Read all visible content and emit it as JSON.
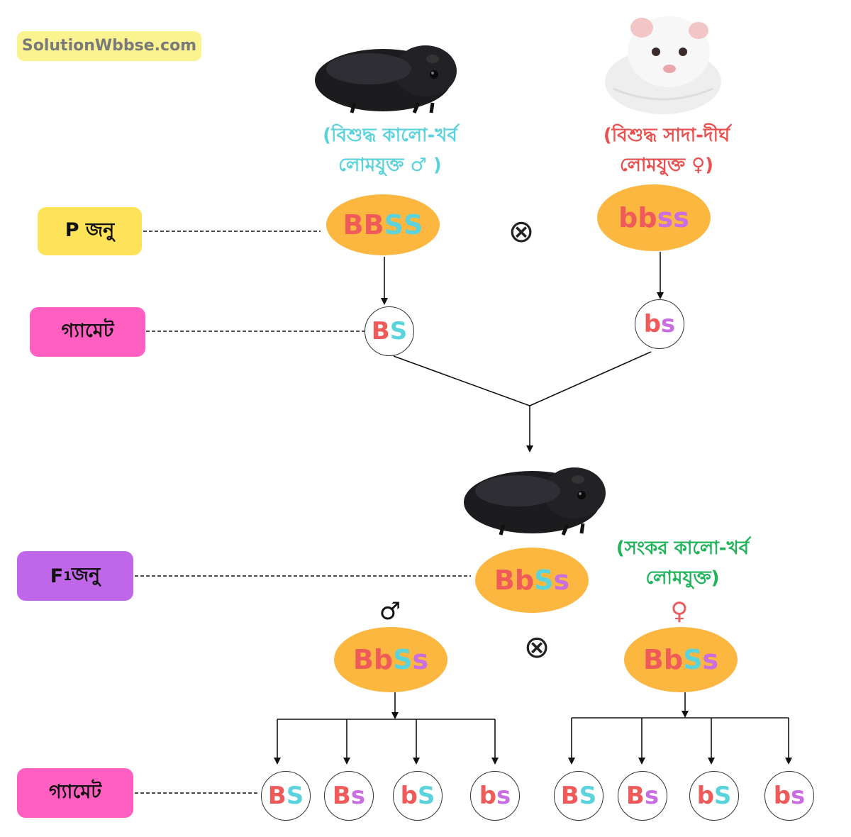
{
  "watermark": "SolutionWbbse.com",
  "labels": {
    "p_gen": "P জনু",
    "gamete1": "গ্যামেট",
    "f1_letter": "F",
    "f1_sub": "1",
    "f1_rest": " জনু",
    "gamete2": "গ্যামেট"
  },
  "captions": {
    "male_line1": "(বিশুদ্ধ কালো-খর্ব",
    "male_line2": "লোমযুক্ত ♂ )",
    "female_line1": "(বিশুদ্ধ সাদা-দীর্ঘ",
    "female_line2": "লোমযুক্ত ♀)",
    "f1_line1": "(সংকর কালো-খর্ব",
    "f1_line2": "লোমযুক্ত)"
  },
  "symbols": {
    "cross": "⊗",
    "male": "♂",
    "female": "♀"
  },
  "colors": {
    "label_yellow": "#fde35a",
    "label_pink": "#ff5fc0",
    "label_purple": "#c066e8",
    "oval": "#fbb73f",
    "allele_B": "#ef5b5b",
    "allele_S": "#5ad3dc",
    "allele_s": "#c96fe2",
    "caption_male": "#5ad3dc",
    "caption_female": "#ea4f4f",
    "caption_f1": "#1fb35a"
  },
  "genotypes": {
    "p_male": [
      "B",
      "B",
      "S",
      "S"
    ],
    "p_female": [
      "b",
      "b",
      "s",
      "s"
    ],
    "f1": [
      "B",
      "b",
      "S",
      "s"
    ],
    "f1_male": [
      "B",
      "b",
      "S",
      "s"
    ],
    "f1_female": [
      "B",
      "b",
      "S",
      "s"
    ]
  },
  "gametes": {
    "p_male": [
      "B",
      "S"
    ],
    "p_female": [
      "b",
      "s"
    ],
    "f1_male": [
      [
        "B",
        "S"
      ],
      [
        "B",
        "s"
      ],
      [
        "b",
        "S"
      ],
      [
        "b",
        "s"
      ]
    ],
    "f1_female": [
      [
        "B",
        "S"
      ],
      [
        "B",
        "s"
      ],
      [
        "b",
        "S"
      ],
      [
        "b",
        "s"
      ]
    ]
  }
}
